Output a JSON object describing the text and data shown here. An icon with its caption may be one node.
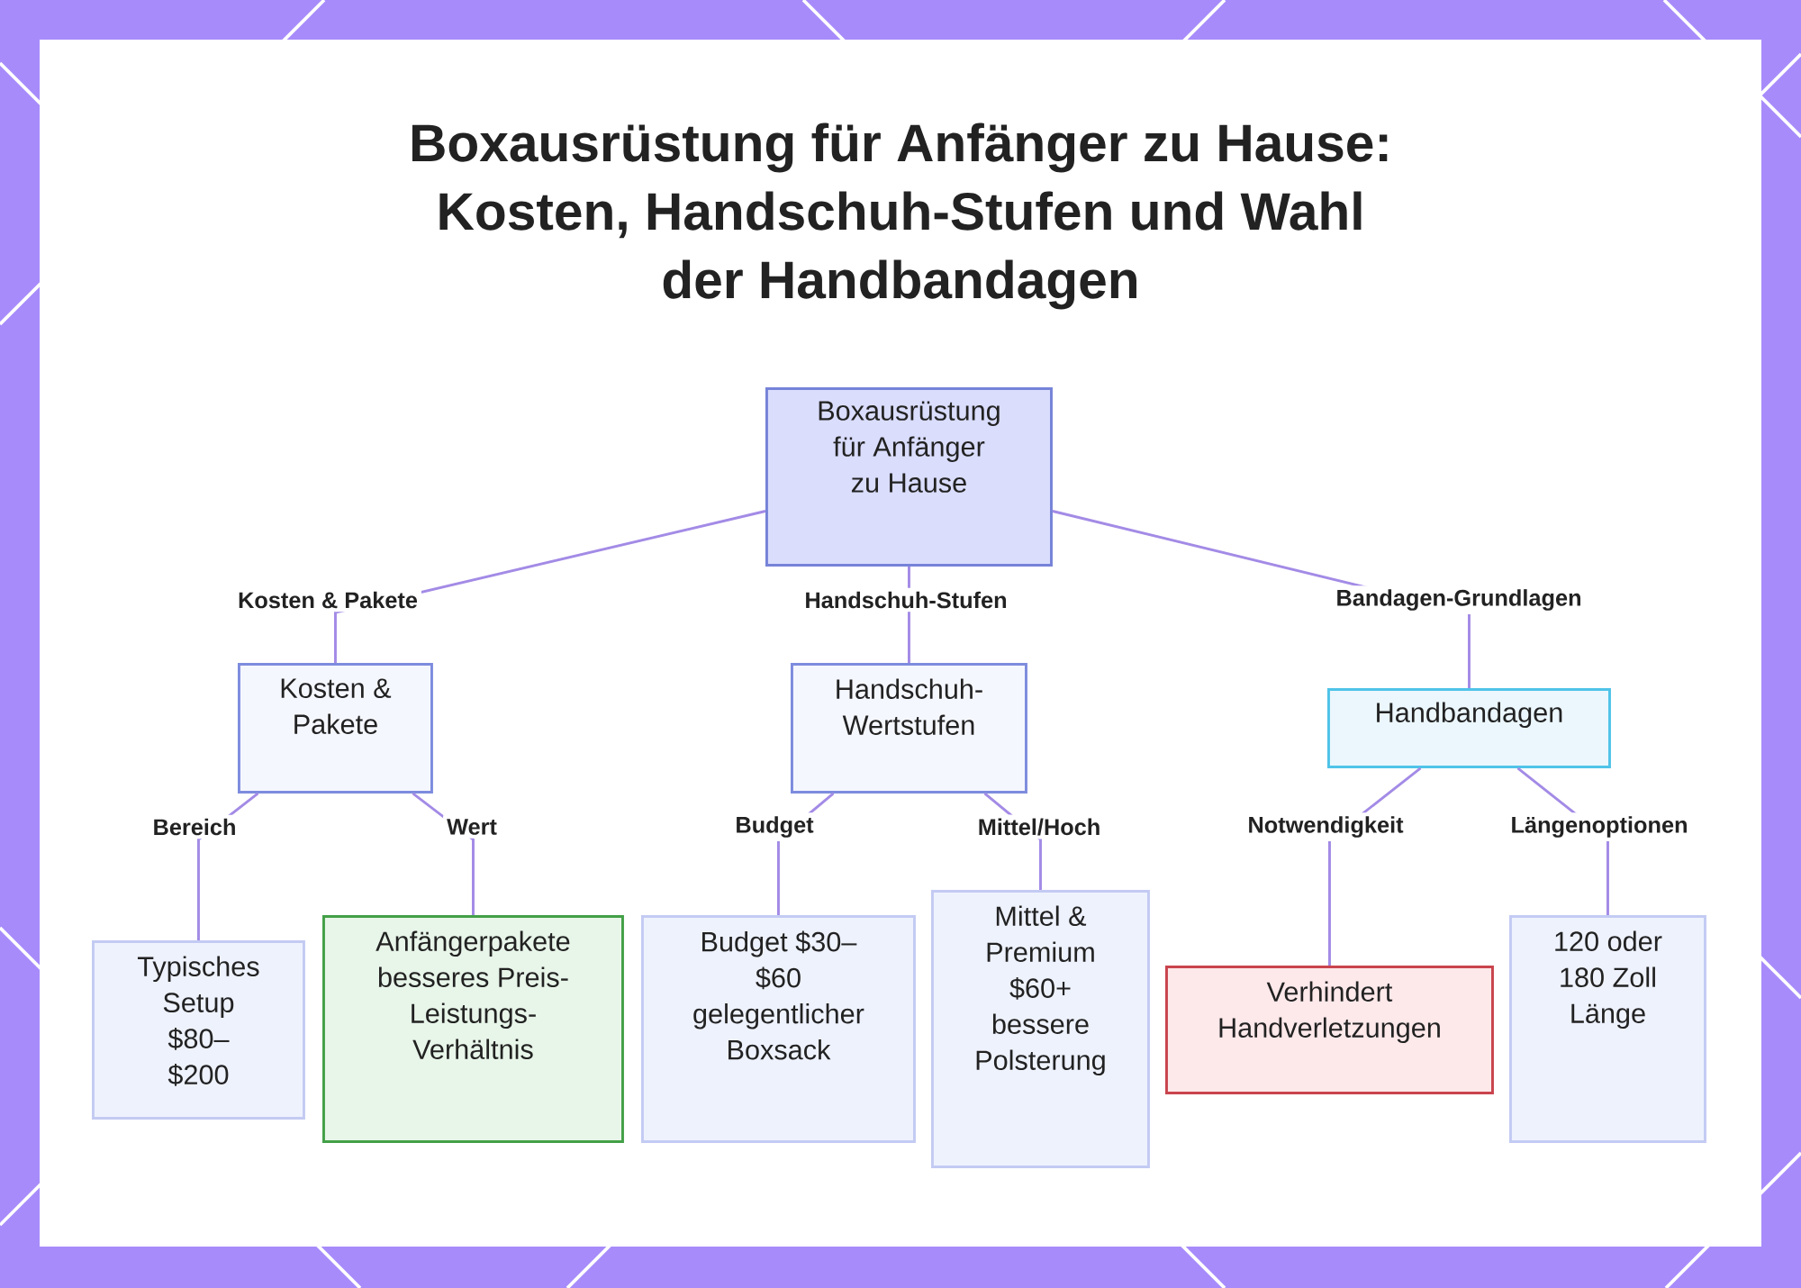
{
  "diagram": {
    "title": "Boxausrüstung für Anfänger zu Hause: Kosten, Handschuh-Stufen und Wahl der Handbandagen",
    "nodes": [
      {
        "text": [
          "Boxausrüstung für Anfänger zu Hause"
        ]
      },
      {
        "text": [
          "Kosten & Pakete"
        ]
      },
      {
        "text": [
          "Handschuh- Wertstufen"
        ]
      },
      {
        "text": [
          "Handbandagen"
        ]
      },
      {
        "text": [
          "Typisches Setup $80– $200"
        ]
      },
      {
        "text": [
          "Anfängerpakete besseres Preis- Leistungs- Verhältnis"
        ]
      },
      {
        "text": [
          "Budget $30– $60 gelegentlicher Boxsack"
        ]
      },
      {
        "text": [
          "Mittel & Premium $60+ bessere Polsterung"
        ]
      },
      {
        "text": [
          "Verhindert Handverletzungen"
        ]
      },
      {
        "text": [
          "120 oder 180 Zoll Länge"
        ]
      }
    ],
    "edges": [
      {
        "from": 0,
        "to": 1,
        "arrow": "none",
        "label": "Kosten & Pakete"
      },
      {
        "from": 0,
        "to": 2,
        "arrow": "none",
        "label": "Handschuh-Stufen"
      },
      {
        "from": 0,
        "to": 3,
        "arrow": "none",
        "label": "Bandagen-Grundlagen"
      },
      {
        "from": 1,
        "to": 4,
        "arrow": "none",
        "label": "Bereich"
      },
      {
        "from": 1,
        "to": 5,
        "arrow": "none",
        "label": "Wert"
      },
      {
        "from": 2,
        "to": 6,
        "arrow": "none",
        "label": "Budget"
      },
      {
        "from": 2,
        "to": 7,
        "arrow": "none",
        "label": "Mittel/Hoch"
      },
      {
        "from": 3,
        "to": 8,
        "arrow": "none",
        "label": "Notwendigkeit"
      },
      {
        "from": 3,
        "to": 9,
        "arrow": "none",
        "label": "Längenoptionen"
      }
    ]
  }
}
